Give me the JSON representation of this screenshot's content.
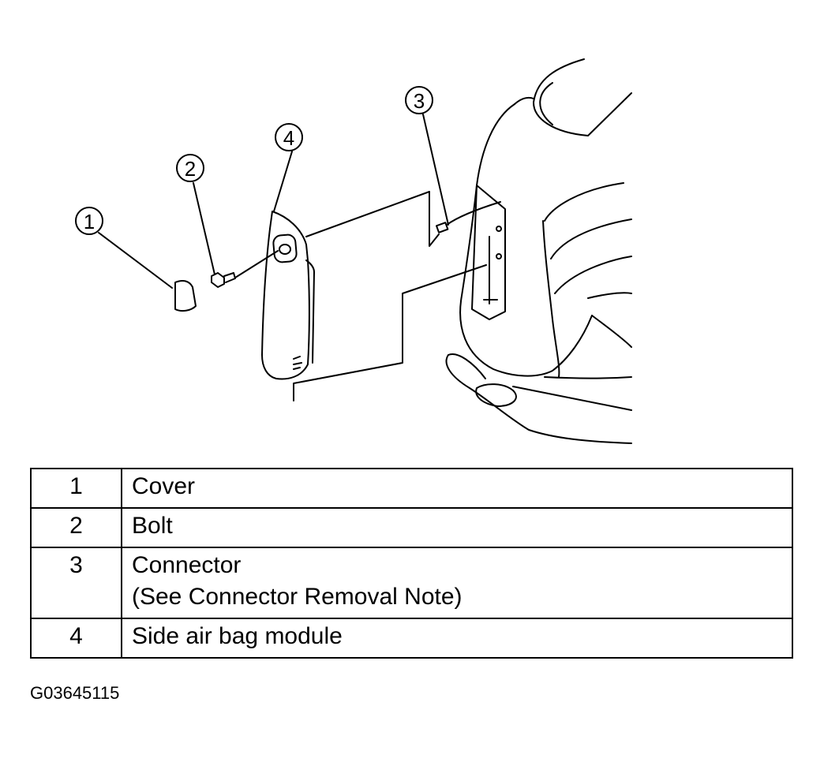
{
  "callouts": [
    "1",
    "2",
    "3",
    "4"
  ],
  "parts": [
    {
      "number": "1",
      "lines": [
        "Cover"
      ]
    },
    {
      "number": "2",
      "lines": [
        "Bolt"
      ]
    },
    {
      "number": "3",
      "lines": [
        "Connector",
        "(See Connector Removal Note)"
      ]
    },
    {
      "number": "4",
      "lines": [
        "Side air bag module"
      ]
    }
  ],
  "figure_id": "G03645115"
}
